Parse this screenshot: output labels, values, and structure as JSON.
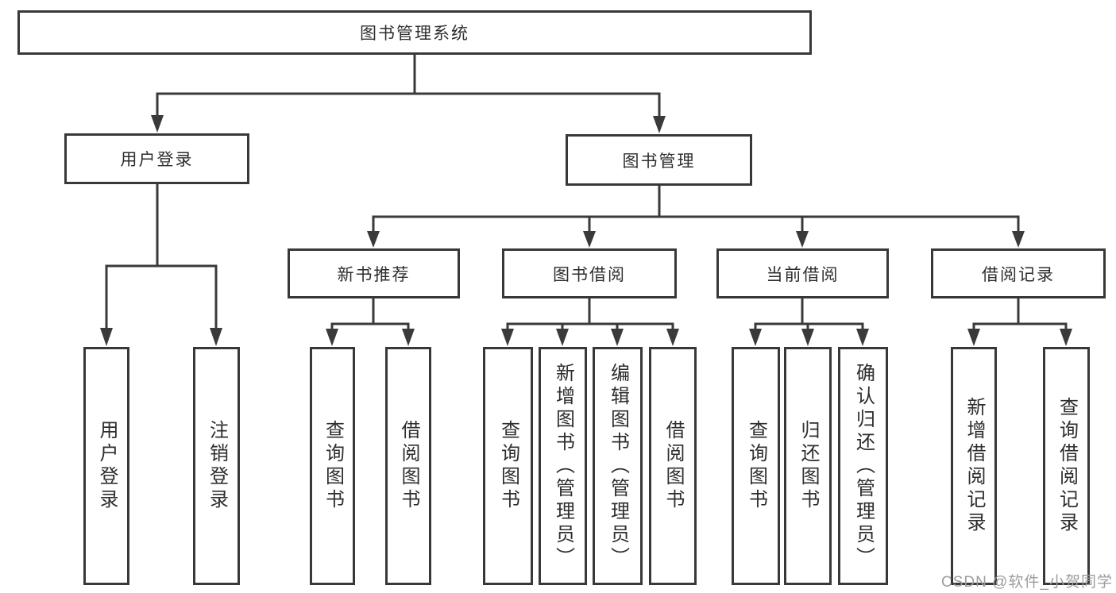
{
  "diagram": {
    "tree": {
      "label": "图书管理系统",
      "children": [
        {
          "label": "用户登录",
          "children": [
            {
              "label": "用户登录"
            },
            {
              "label": "注销登录"
            }
          ]
        },
        {
          "label": "图书管理",
          "children": [
            {
              "label": "新书推荐",
              "children": [
                {
                  "label": "查询图书"
                },
                {
                  "label": "借阅图书"
                }
              ]
            },
            {
              "label": "图书借阅",
              "children": [
                {
                  "label": "查询图书"
                },
                {
                  "label": "新增图书（管理员）"
                },
                {
                  "label": "编辑图书（管理员）"
                },
                {
                  "label": "借阅图书"
                }
              ]
            },
            {
              "label": "当前借阅",
              "children": [
                {
                  "label": "查询图书"
                },
                {
                  "label": "归还图书"
                },
                {
                  "label": "确认归还（管理员）"
                }
              ]
            },
            {
              "label": "借阅记录",
              "children": [
                {
                  "label": "新增借阅记录"
                },
                {
                  "label": "查询借阅记录"
                }
              ]
            }
          ]
        }
      ]
    }
  },
  "watermark": {
    "text": "CSDN @软件_小贺同学"
  },
  "colors": {
    "line": "#3a3a3a",
    "text": "#2e2e2e",
    "box_background": "#ffffff",
    "watermark": "#9d9da1"
  }
}
